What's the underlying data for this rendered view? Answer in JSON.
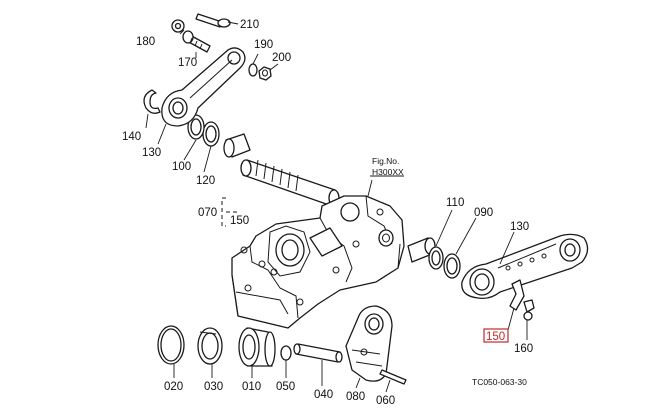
{
  "figure": {
    "fig_label": "Fig.No.",
    "fig_number": "H300XX",
    "code": "TC050-063-30"
  },
  "callouts": {
    "p180": "180",
    "p210": "210",
    "p170": "170",
    "p190": "190",
    "p200": "200",
    "p140": "140",
    "p130_top": "130",
    "p100": "100",
    "p120": "120",
    "p070": "070",
    "p150_bracket": "150",
    "p110": "110",
    "p090": "090",
    "p130_right": "130",
    "p150_highlight": "150",
    "p160": "160",
    "p020": "020",
    "p030": "030",
    "p010": "010",
    "p050": "050",
    "p040": "040",
    "p080": "080",
    "p060": "060"
  },
  "colors": {
    "line": "#1a1a1a",
    "highlight": "#c0282d",
    "background": "#ffffff"
  }
}
